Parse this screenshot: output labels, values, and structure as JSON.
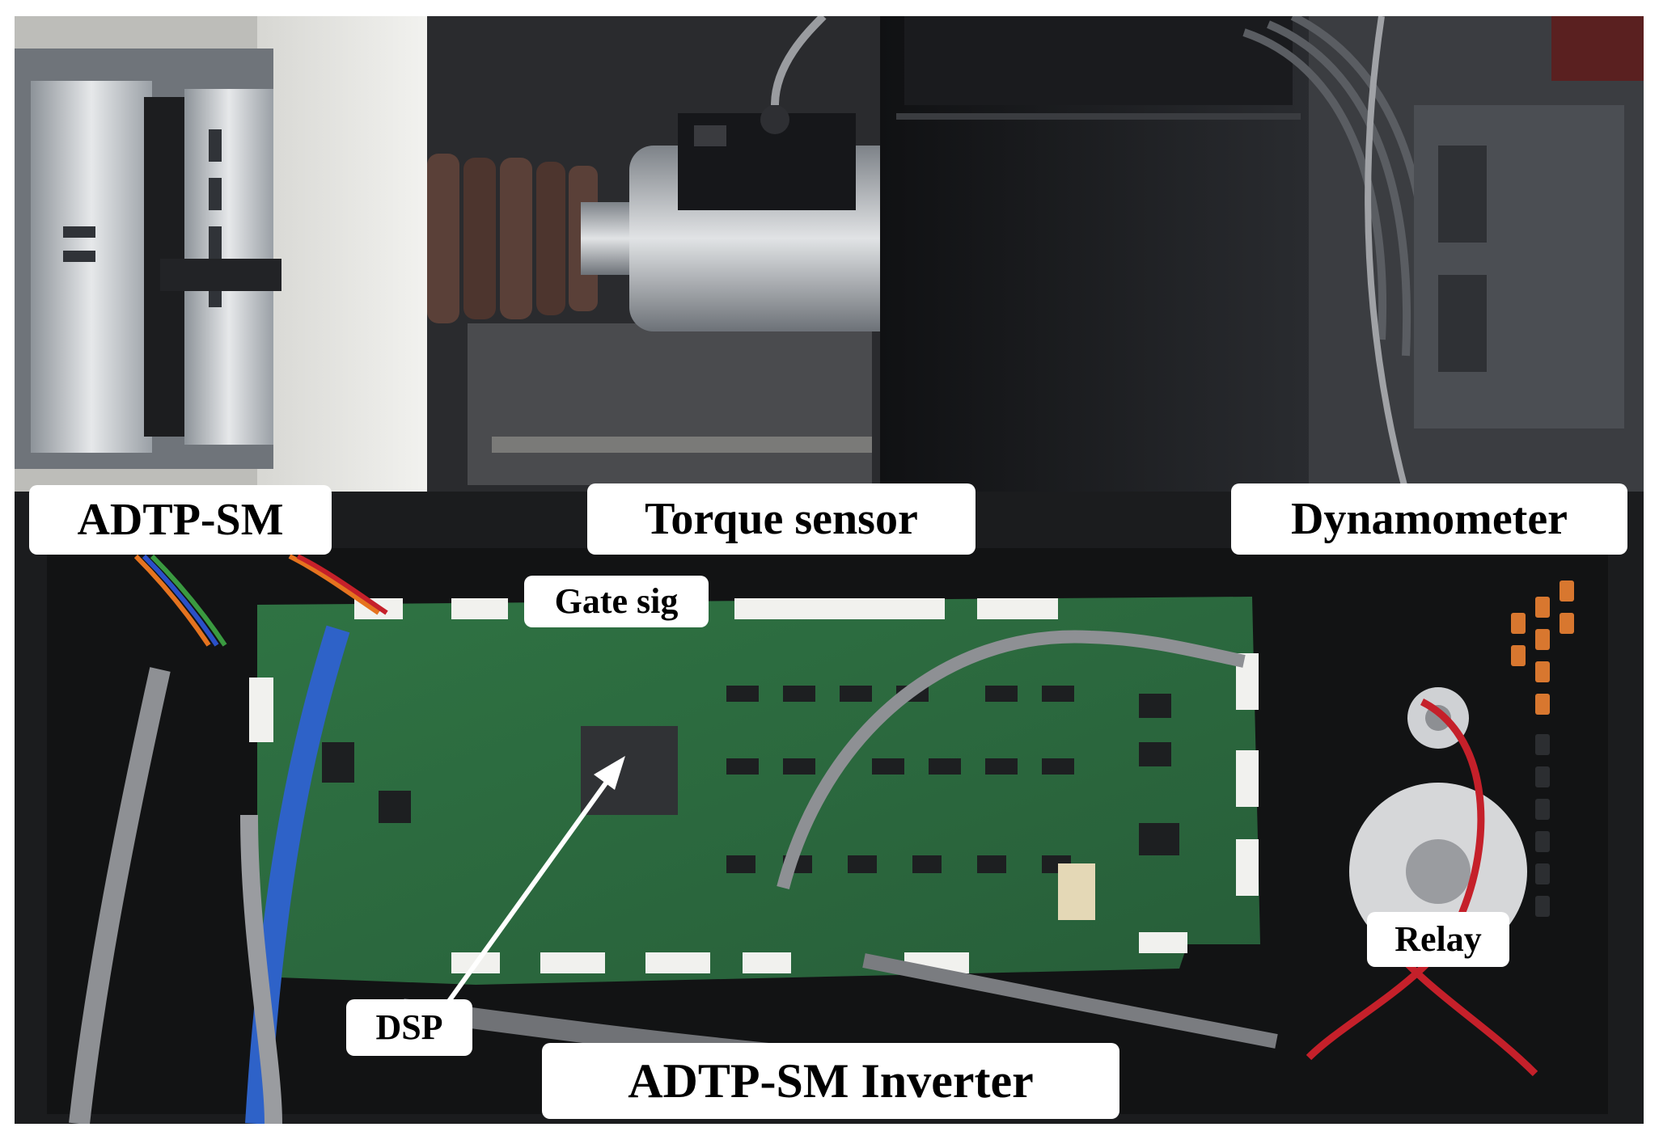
{
  "figure": {
    "labels": {
      "adtp_sm": "ADTP-SM",
      "torque_sensor": "Torque sensor",
      "dynamometer": "Dynamometer",
      "gate_sig": "Gate sig",
      "relay": "Relay",
      "dsp": "DSP",
      "inverter": "ADTP-SM Inverter"
    },
    "photos": [
      "motor-dynamometer-test-bench",
      "inverter-control-board"
    ]
  },
  "colors": {
    "label_background": "#ffffff",
    "label_text": "#000000",
    "pcb_green": "#2e6b40",
    "arrow": "#ffffff"
  }
}
